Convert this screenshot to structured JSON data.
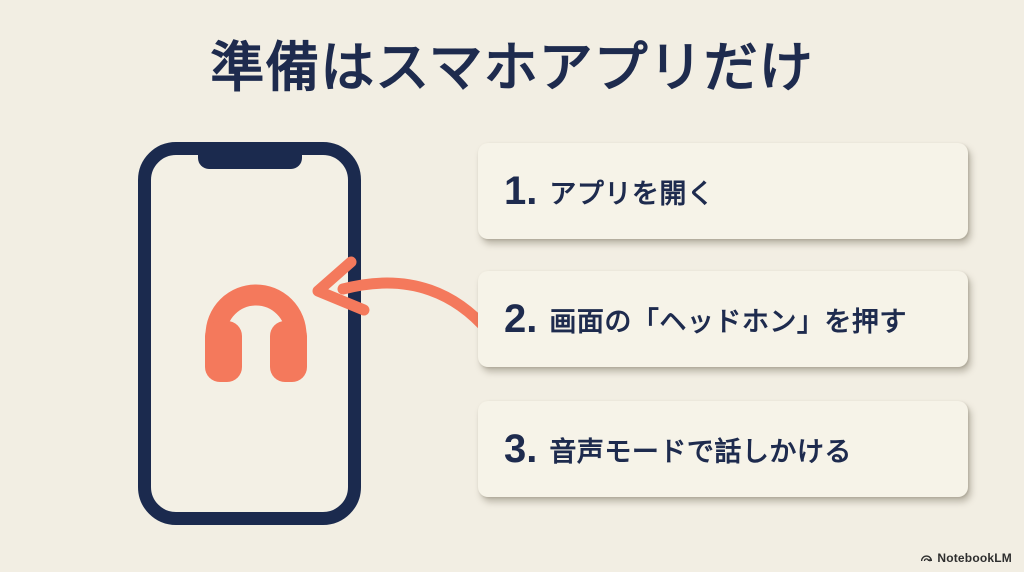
{
  "title": "準備はスマホアプリだけ",
  "steps": [
    {
      "number": "1.",
      "label": "アプリを開く"
    },
    {
      "number": "2.",
      "label": "画面の「ヘッドホン」を押す"
    },
    {
      "number": "3.",
      "label": "音声モードで話しかける"
    }
  ],
  "phone": {
    "screen_icon": "headphones-icon"
  },
  "annotations": {
    "arrow": "curved-arrow-pointing-to-headphones-icon"
  },
  "brand": {
    "name": "NotebookLM",
    "icon": "notebooklm-logo-icon"
  },
  "colors": {
    "background": "#F2EEE3",
    "card_background": "#F6F3E8",
    "navy_text": "#1E2B4E",
    "phone_frame": "#1B2A4E",
    "coral_accent": "#F4795C",
    "brand_text": "#2E2E2E"
  }
}
